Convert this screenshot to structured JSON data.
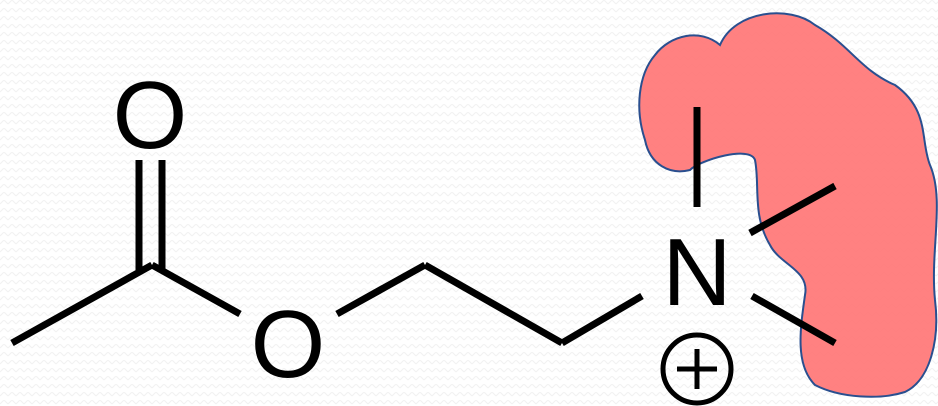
{
  "molecule": {
    "atoms": {
      "carbonyl_oxygen": "O",
      "ester_oxygen": "O",
      "nitrogen": "N"
    },
    "charge": "+"
  },
  "colors": {
    "bond": "#000000",
    "highlight_fill": "#ff6b6b",
    "highlight_outline": "#2a4f8f"
  }
}
